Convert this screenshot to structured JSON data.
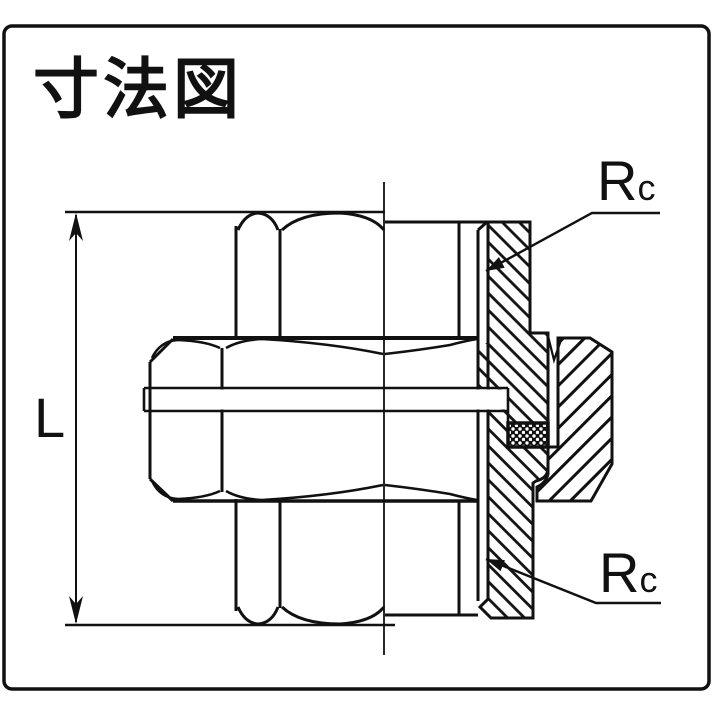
{
  "title": "寸法図",
  "dimension_label": "L",
  "thread_label": {
    "main": "R",
    "sub": "c"
  },
  "colors": {
    "ink": "#111111",
    "background": "#ffffff"
  }
}
